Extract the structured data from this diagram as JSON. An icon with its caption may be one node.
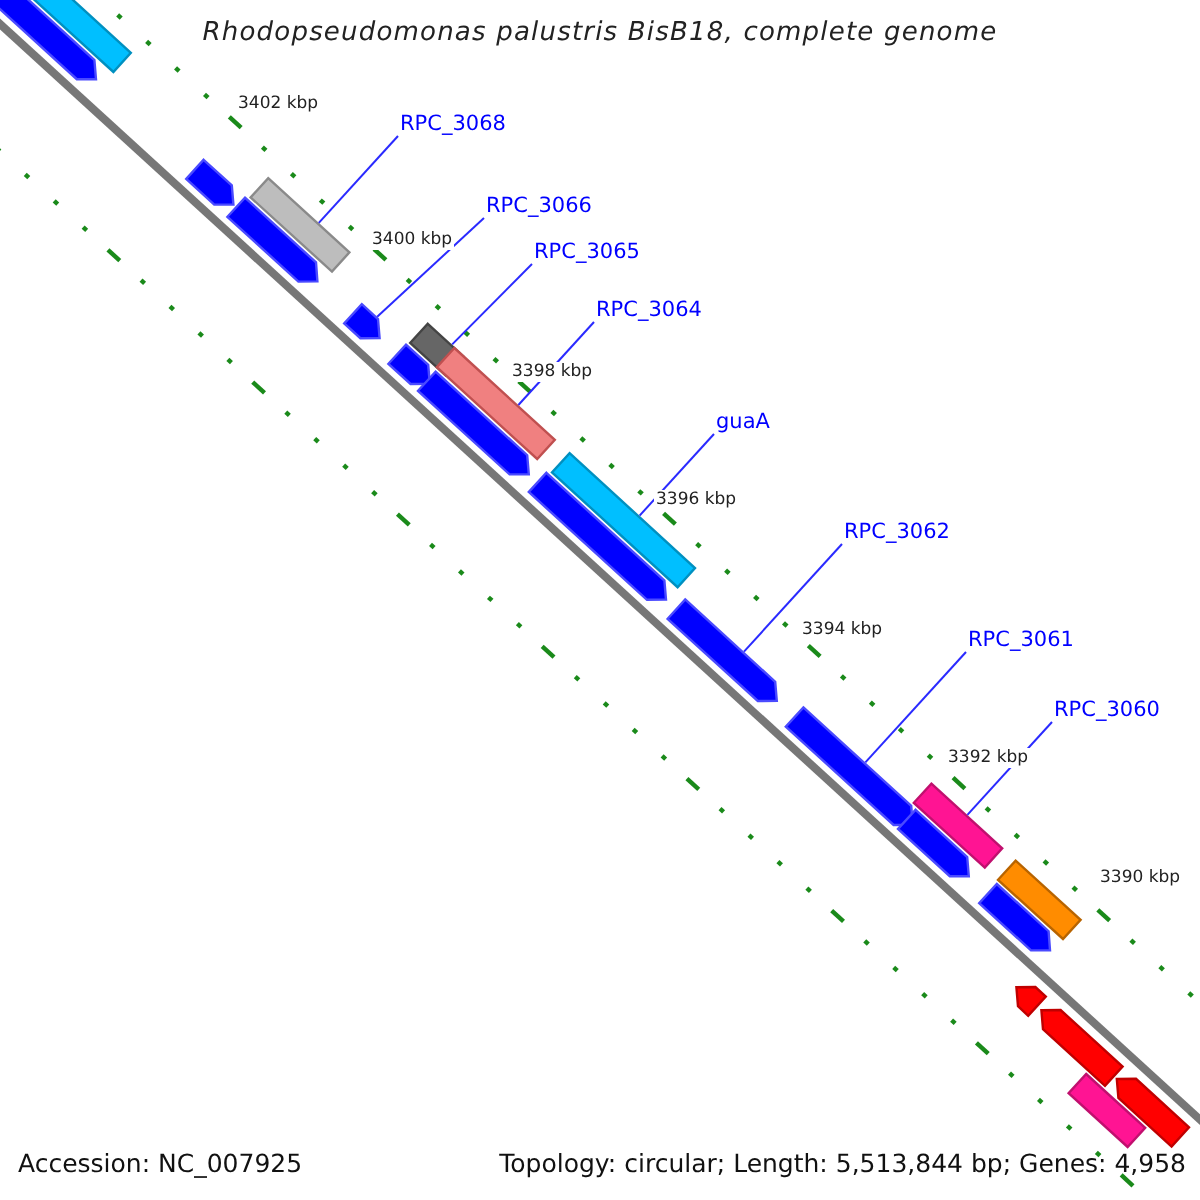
{
  "diagram": {
    "title": "Rhodopseudomonas palustris BisB18, complete genome",
    "nodes": [
      {
        "text": [
          "RPC_3068"
        ]
      },
      {
        "text": [
          "RPC_3066"
        ]
      },
      {
        "text": [
          "RPC_3065"
        ]
      },
      {
        "text": [
          "RPC_3064"
        ]
      },
      {
        "text": [
          "guaA"
        ]
      },
      {
        "text": [
          "RPC_3062"
        ]
      },
      {
        "text": [
          "RPC_3061"
        ]
      },
      {
        "text": [
          "RPC_3060"
        ]
      },
      {
        "text": [],
        "shape": "pentagon"
      },
      {
        "text": [],
        "shape": "bar"
      },
      {
        "text": [],
        "shape": "pentagon"
      },
      {
        "text": [],
        "shape": "pentagon"
      },
      {
        "text": [],
        "shape": "bar"
      },
      {
        "text": [],
        "shape": "pentagon"
      },
      {
        "text": [],
        "shape": "pentagon"
      },
      {
        "text": [],
        "shape": "bar"
      },
      {
        "text": [],
        "shape": "bar"
      },
      {
        "text": [],
        "shape": "pentagon"
      },
      {
        "text": [],
        "shape": "pentagon"
      },
      {
        "text": [],
        "shape": "bar"
      },
      {
        "text": [],
        "shape": "pentagon"
      },
      {
        "text": [],
        "shape": "pentagon"
      },
      {
        "text": [],
        "shape": "bar"
      },
      {
        "text": [],
        "shape": "pentagon"
      },
      {
        "text": [],
        "shape": "bar"
      },
      {
        "text": [],
        "shape": "pentagon"
      },
      {
        "text": [],
        "shape": "pentagon"
      },
      {
        "text": [],
        "shape": "pentagon"
      },
      {
        "text": [],
        "shape": "bar"
      },
      {
        "text": [],
        "shape": "pentagon"
      }
    ],
    "edges": [
      {
        "from": 0,
        "to": 12,
        "arrow": "none"
      },
      {
        "from": 1,
        "to": 13,
        "arrow": "none"
      },
      {
        "from": 2,
        "to": 15,
        "arrow": "none"
      },
      {
        "from": 3,
        "to": 16,
        "arrow": "none"
      },
      {
        "from": 4,
        "to": 19,
        "arrow": "none"
      },
      {
        "from": 5,
        "to": 20,
        "arrow": "none"
      },
      {
        "from": 6,
        "to": 21,
        "arrow": "none"
      },
      {
        "from": 7,
        "to": 22,
        "arrow": "none"
      }
    ],
    "labels": [
      "3402 kbp",
      "3400 kbp",
      "3398 kbp",
      "3396 kbp",
      "3394 kbp",
      "3392 kbp",
      "3390 kbp",
      "Accession: NC_007925",
      "Topology: circular; Length: 5,513,844 bp; Genes: 4,958"
    ]
  }
}
